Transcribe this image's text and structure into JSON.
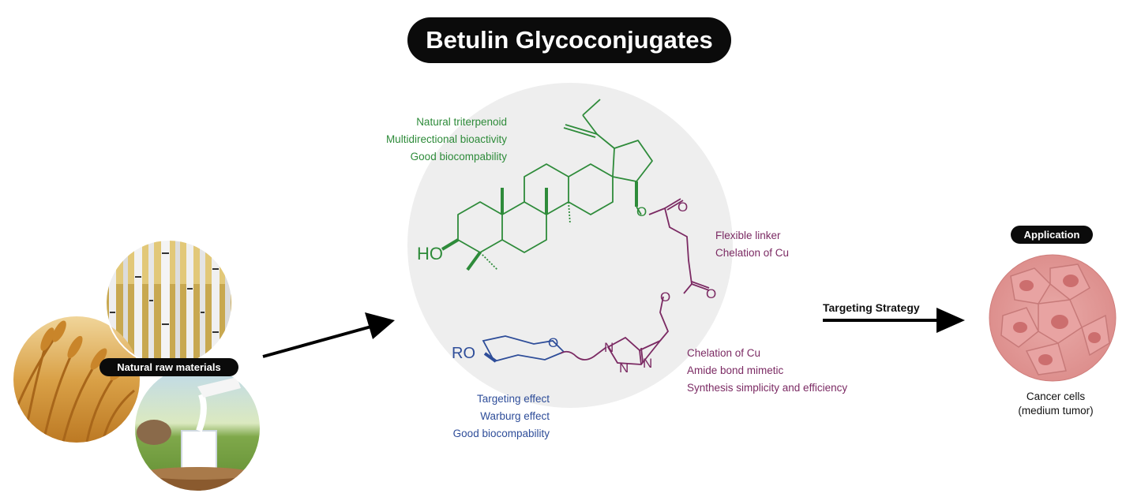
{
  "title": "Betulin Glycoconjugates",
  "raw_materials": {
    "label": "Natural raw materials"
  },
  "betulin_notes": [
    "Natural triterpenoid",
    "Multidirectional bioactivity",
    "Good biocompability"
  ],
  "linker_notes": [
    "Flexible linker",
    "Chelation of Cu"
  ],
  "triazole_notes": [
    "Chelation of Cu",
    "Amide bond mimetic",
    "Synthesis simplicity and efficiency"
  ],
  "sugar_notes": [
    "Targeting effect",
    "Warburg effect",
    "Good biocompability"
  ],
  "molecule": {
    "ho": "HO",
    "ro": "RO",
    "o_ring": "O",
    "o1": "O",
    "o2": "O",
    "o3": "O",
    "o4": "O",
    "n1": "N",
    "n2": "N",
    "n3": "N"
  },
  "strategy_label": "Targeting Strategy",
  "application": {
    "label": "Application",
    "caption_line1": "Cancer cells",
    "caption_line2": "(medium tumor)"
  },
  "colors": {
    "betulin": "#2e8b3a",
    "linker": "#7b2a63",
    "sugar": "#2e4d99",
    "backdrop": "#eeeeee",
    "pill": "#0b0b0b"
  }
}
